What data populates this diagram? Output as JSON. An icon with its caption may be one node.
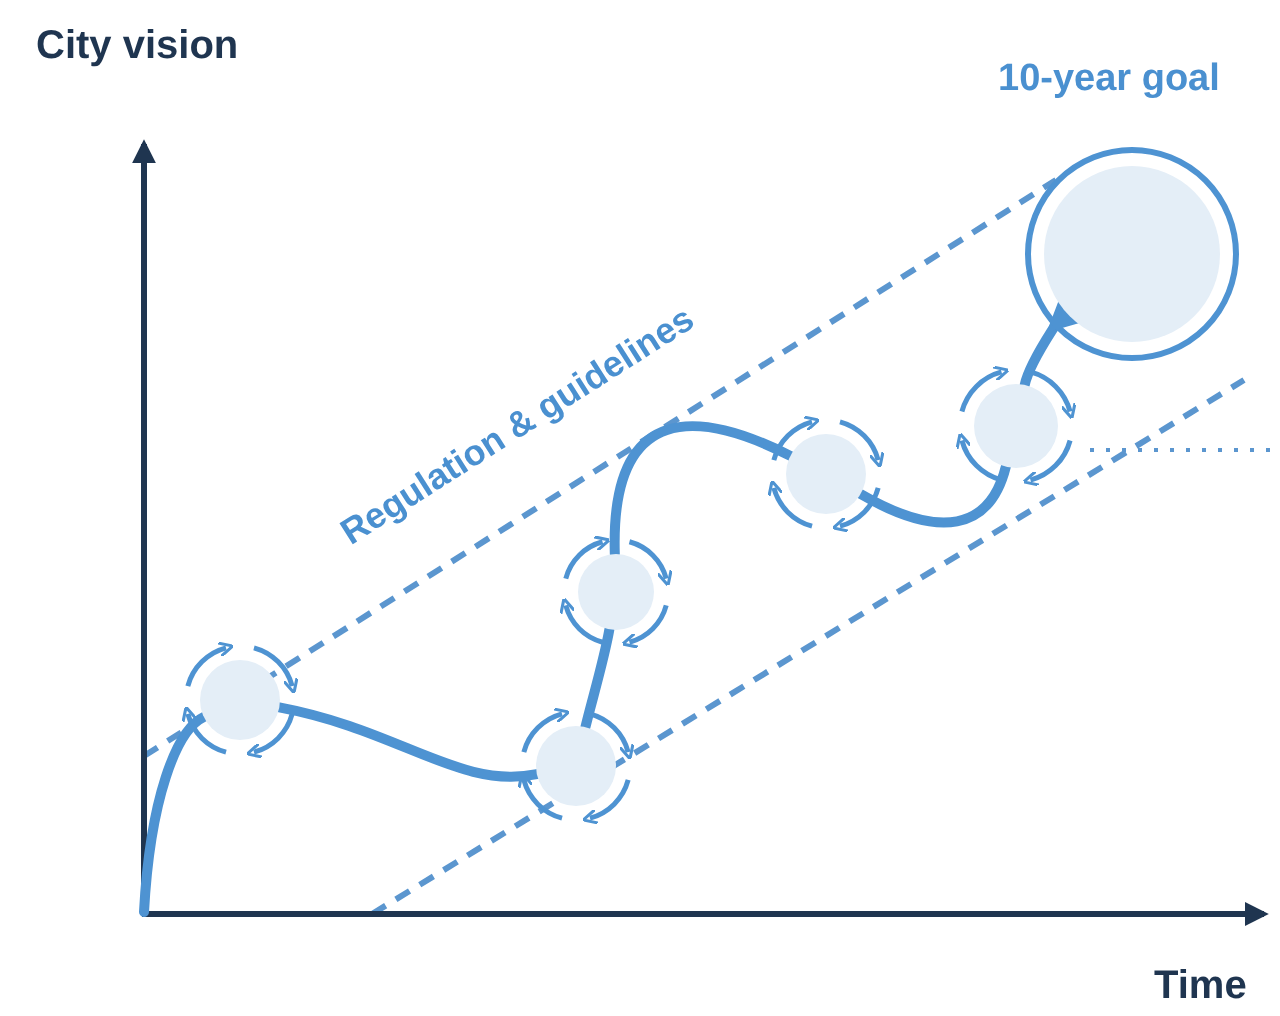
{
  "diagram": {
    "nodes": [
      {
        "text": [],
        "shape": "circle"
      },
      {
        "text": [],
        "shape": "circle"
      },
      {
        "text": [],
        "shape": "circle"
      },
      {
        "text": [],
        "shape": "circle"
      },
      {
        "text": [],
        "shape": "circle"
      },
      {
        "text": [
          "10-year goal"
        ]
      }
    ],
    "edges": [
      {
        "from": null,
        "to": 0,
        "arrow": "none"
      },
      {
        "from": 0,
        "to": 1,
        "arrow": "none"
      },
      {
        "from": 1,
        "to": 2,
        "arrow": "none"
      },
      {
        "from": 2,
        "to": 3,
        "arrow": "none"
      },
      {
        "from": 3,
        "to": 4,
        "arrow": "none"
      },
      {
        "from": 4,
        "to": 5,
        "arrow": "to"
      }
    ],
    "labels": [
      "City vision",
      "Time",
      "Regulation & guidelines"
    ]
  }
}
